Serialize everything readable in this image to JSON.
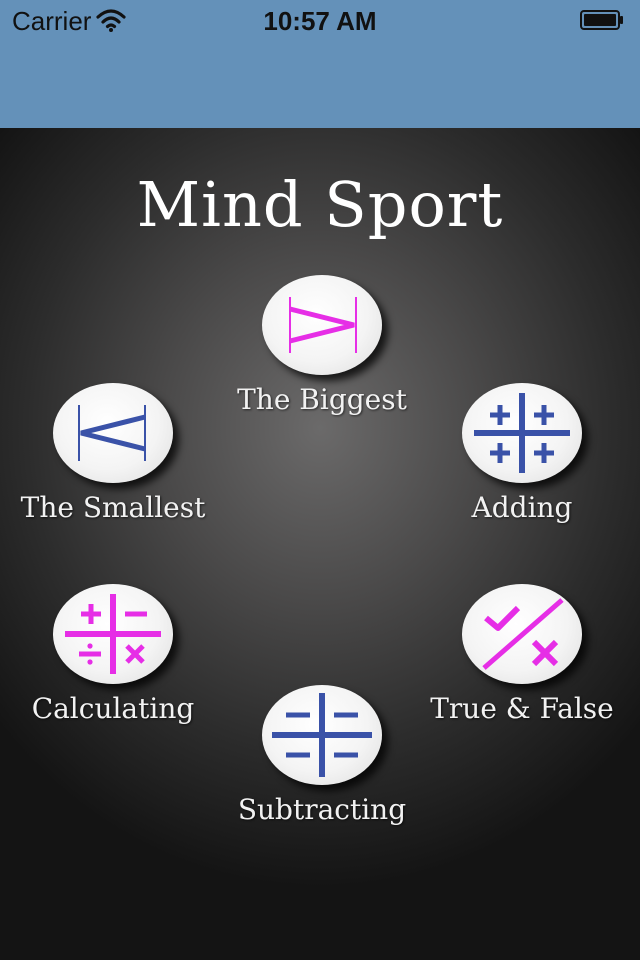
{
  "status_bar": {
    "carrier": "Carrier",
    "time": "10:57 AM"
  },
  "app": {
    "title": "Mind Sport"
  },
  "games": {
    "biggest": {
      "label": "The Biggest",
      "icon": "greater-than-icon"
    },
    "smallest": {
      "label": "The Smallest",
      "icon": "less-than-icon"
    },
    "adding": {
      "label": "Adding",
      "icon": "plus-grid-icon"
    },
    "calculating": {
      "label": "Calculating",
      "icon": "operators-icon"
    },
    "true_false": {
      "label": "True & False",
      "icon": "check-cross-icon"
    },
    "subtracting": {
      "label": "Subtracting",
      "icon": "minus-grid-icon"
    }
  },
  "colors": {
    "nav": "#6491b9",
    "magenta": "#e62ee6",
    "blue": "#3a52a8"
  }
}
